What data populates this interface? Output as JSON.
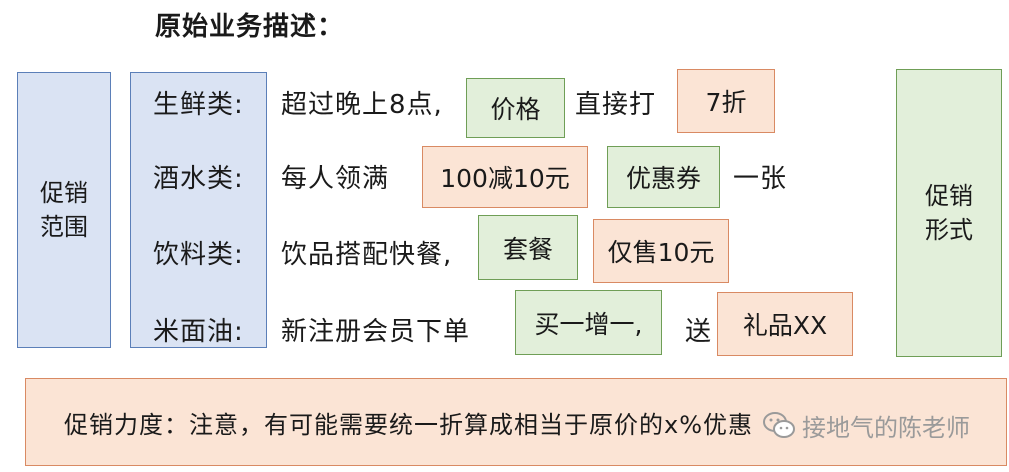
{
  "title": "原始业务描述：",
  "left_box": {
    "label": "促销范围"
  },
  "right_box": {
    "label": "促销形式"
  },
  "rows": [
    {
      "label": "生鲜类:",
      "text1": "超过晚上8点,",
      "tag1": "价格",
      "text2": "直接打",
      "tag2": "7折",
      "text3": ""
    },
    {
      "label": "酒水类:",
      "text1": "每人领满",
      "tag1": "100减10元",
      "text2": "",
      "tag2": "优惠券",
      "text3": "一张"
    },
    {
      "label": "饮料类:",
      "text1": "饮品搭配快餐,",
      "tag1": "套餐",
      "text2": "",
      "tag2": "仅售10元",
      "text3": ""
    },
    {
      "label": "米面油:",
      "text1": "新注册会员下单",
      "tag1": "买一增一,",
      "text2": "送",
      "tag2": "礼品XX",
      "text3": ""
    }
  ],
  "bottom_note": "促销力度：注意，有可能需要统一折算成相当于原价的x%优惠",
  "watermark": {
    "text": "接地气的陈老师",
    "icon": "wechat-icon"
  },
  "colors": {
    "blue_fill": "#dae3f3",
    "blue_border": "#5b7fb8",
    "green_fill": "#e2efda",
    "green_border": "#6f9e56",
    "orange_fill": "#fbe4d5",
    "orange_border": "#d98a63"
  }
}
